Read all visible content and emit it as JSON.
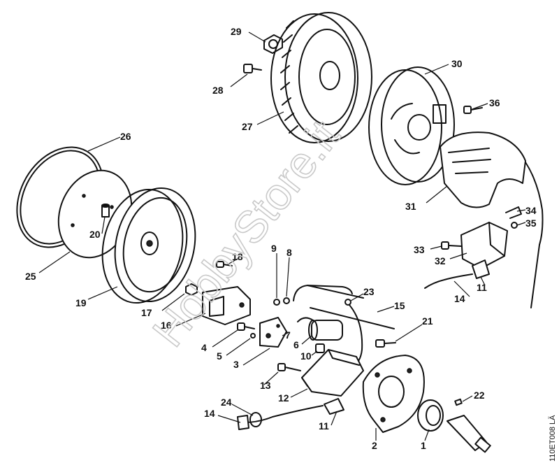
{
  "diagram": {
    "labels": {
      "p1": "1",
      "p2": "2",
      "p3": "3",
      "p4": "4",
      "p5": "5",
      "p6": "6",
      "p7": "7",
      "p8": "8",
      "p9": "9",
      "p10": "10",
      "p11a": "11",
      "p11b": "11",
      "p12": "12",
      "p13": "13",
      "p14a": "14",
      "p14b": "14",
      "p15": "15",
      "p16": "16",
      "p17": "17",
      "p18": "18",
      "p19": "19",
      "p20": "20",
      "p21": "21",
      "p22": "22",
      "p23": "23",
      "p24": "24",
      "p25": "25",
      "p26": "26",
      "p27": "27",
      "p28": "28",
      "p29": "29",
      "p30": "30",
      "p31": "31",
      "p32": "32",
      "p33": "33",
      "p34": "34",
      "p35": "35",
      "p36": "36"
    },
    "watermark": "HobbyStore.it",
    "doc_ref": "110ET008 LÄ"
  }
}
